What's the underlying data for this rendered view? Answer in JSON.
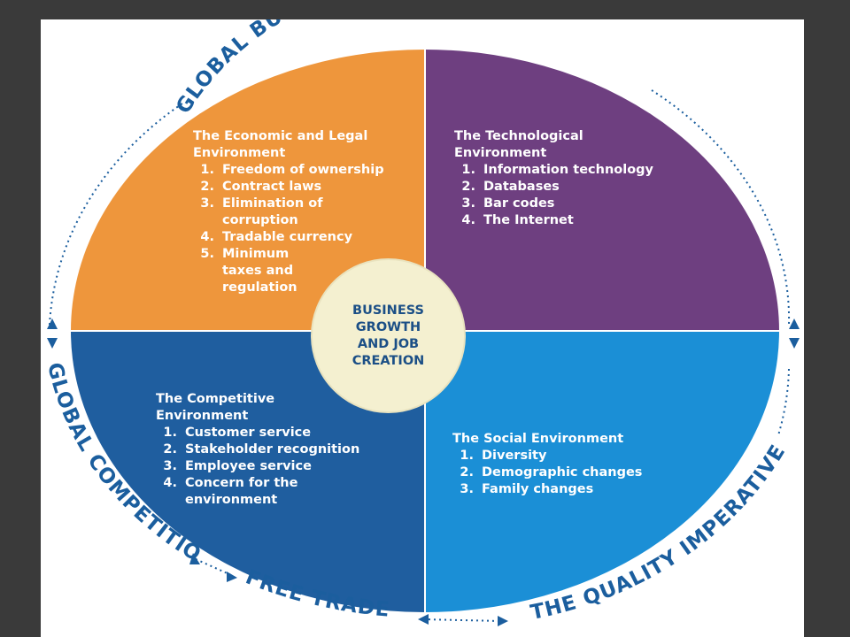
{
  "ring": {
    "top": "GLOBAL BUSINESS ENVIRONMENT",
    "left": "GLOBAL COMPETITION",
    "bottom": "FREE TRADE",
    "right": "THE QUALITY IMPERATIVE"
  },
  "center": {
    "text": "BUSINESS\nGROWTH\nAND JOB\nCREATION"
  },
  "quadrants": {
    "economic": {
      "title": "The Economic and Legal\nEnvironment",
      "items": [
        {
          "num": "1.",
          "label": "Freedom of ownership"
        },
        {
          "num": "2.",
          "label": "Contract laws"
        },
        {
          "num": "3.",
          "label": "Elimination of\n corruption"
        },
        {
          "num": "4.",
          "label": "Tradable currency"
        },
        {
          "num": "5.",
          "label": "Minimum\ntaxes and\nregulation"
        }
      ]
    },
    "technological": {
      "title": "The Technological\nEnvironment",
      "items": [
        {
          "num": "1.",
          "label": "Information technology"
        },
        {
          "num": "2.",
          "label": "Databases"
        },
        {
          "num": "3.",
          "label": "Bar codes"
        },
        {
          "num": "4.",
          "label": "The Internet"
        }
      ]
    },
    "competitive": {
      "title": "The Competitive\nEnvironment",
      "items": [
        {
          "num": "1.",
          "label": "Customer service"
        },
        {
          "num": "2.",
          "label": "Stakeholder recognition"
        },
        {
          "num": "3.",
          "label": "Employee service"
        },
        {
          "num": "4.",
          "label": "Concern for the\nenvironment"
        }
      ]
    },
    "social": {
      "title": "The Social Environment",
      "items": [
        {
          "num": "1.",
          "label": "Diversity"
        },
        {
          "num": "2.",
          "label": "Demographic changes"
        },
        {
          "num": "3.",
          "label": "Family changes"
        }
      ]
    }
  },
  "colors": {
    "economic": "#ee963c",
    "technological": "#6e3f80",
    "competitive": "#1f5e9f",
    "social": "#1b8fd6",
    "center": "#f4f0d0",
    "ring_text": "#1b5e9e"
  }
}
